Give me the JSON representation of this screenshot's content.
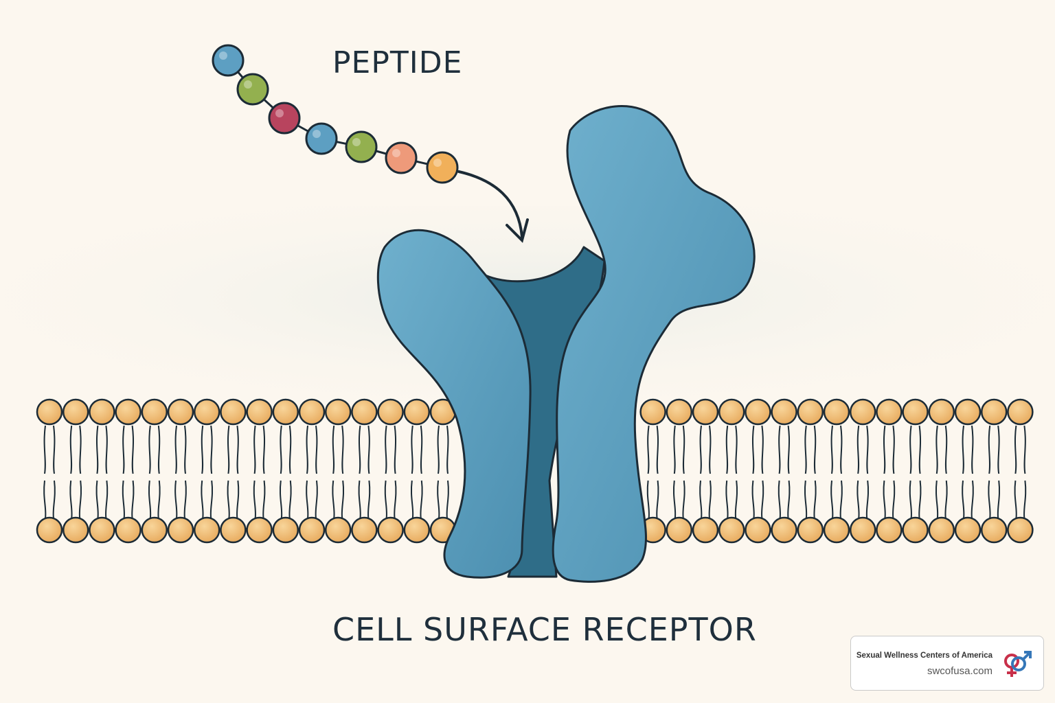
{
  "labels": {
    "peptide": "PEPTIDE",
    "receptor": "CELL SURFACE RECEPTOR"
  },
  "watermark": {
    "name": "Sexual Wellness Centers of America",
    "url": "swcofusa.com",
    "logo_icon": "gender-symbols-icon"
  },
  "colors": {
    "background": "#fcf7ef",
    "receptor": "#5d9fbe",
    "receptor_channel": "#2f6d88",
    "outline": "#1c2b36",
    "lipid_head": "#f0bd77",
    "bead_blue": "#5d9fc2",
    "bead_green": "#93b04f",
    "bead_red": "#b8445e",
    "bead_pink": "#ee9a7a",
    "bead_orange": "#f1b05a"
  },
  "peptide_beads": [
    "blue",
    "green",
    "red",
    "blue",
    "green",
    "pink",
    "orange"
  ]
}
